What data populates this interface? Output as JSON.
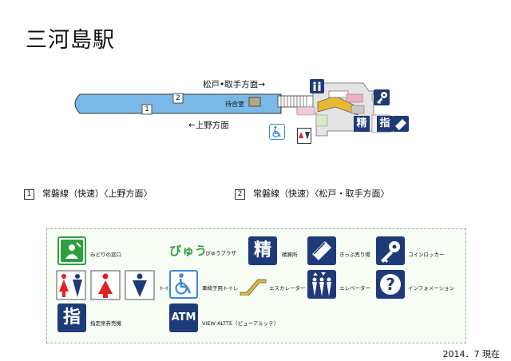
{
  "station": {
    "name": "三河島駅"
  },
  "map": {
    "dir_matsudo": "松戸•取手方面→",
    "dir_ueno": "←上野方面",
    "platform_numbers": [
      "1",
      "2"
    ],
    "waiting_room": "待合室",
    "seisan": "精",
    "shitei": "指"
  },
  "tracks": [
    {
      "num": "1",
      "label": "常磐線（快速）〈上野方面〉"
    },
    {
      "num": "2",
      "label": "常磐線（快速）〈松戸・取手方面〉"
    }
  ],
  "legend": {
    "midori": "みどりの窓口",
    "viewplaza_logo": "びゅう",
    "viewplaza": "びゅうプラザ",
    "seisan_glyph": "精",
    "seisan": "精算所",
    "kippu": "きっぷ売り場",
    "coinlocker": "コインロッカー",
    "toilet": "トイレ",
    "wheelchair_toilet": "車椅子用トイレ",
    "escalator": "エスカレーター",
    "elevator": "エレベーター",
    "info": "インフォメーション",
    "shitei_glyph": "指",
    "shitei": "指定席券売機",
    "atm_glyph": "ATM",
    "atm": "VIEW ALTTE（ビューアルッテ）"
  },
  "footer": {
    "date": "2014．7 現在"
  },
  "colors": {
    "navy": "#1e3a78",
    "platform": "#7ab8e8",
    "green": "#2e9e3e",
    "red": "#e02020",
    "gold": "#e8b830",
    "legend_border": "#8cb88c"
  }
}
